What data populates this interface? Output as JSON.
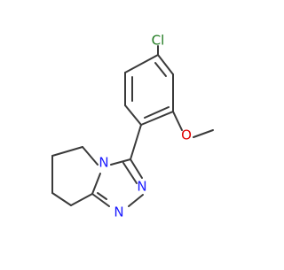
{
  "diagram": {
    "type": "skeletal-structure",
    "background_color": "#ffffff",
    "bond_color": "#3a3a3a",
    "atom_labels": {
      "chlorine": {
        "text": "Cl",
        "color": "#1f7a1f"
      },
      "oxygen": {
        "text": "O",
        "color": "#e00000"
      },
      "nitrogen_bridge": {
        "text": "N",
        "color": "#1a1aff"
      },
      "nitrogen_n2": {
        "text": "N",
        "color": "#1a1aff"
      },
      "nitrogen_n1": {
        "text": "N",
        "color": "#1a1aff"
      }
    }
  }
}
